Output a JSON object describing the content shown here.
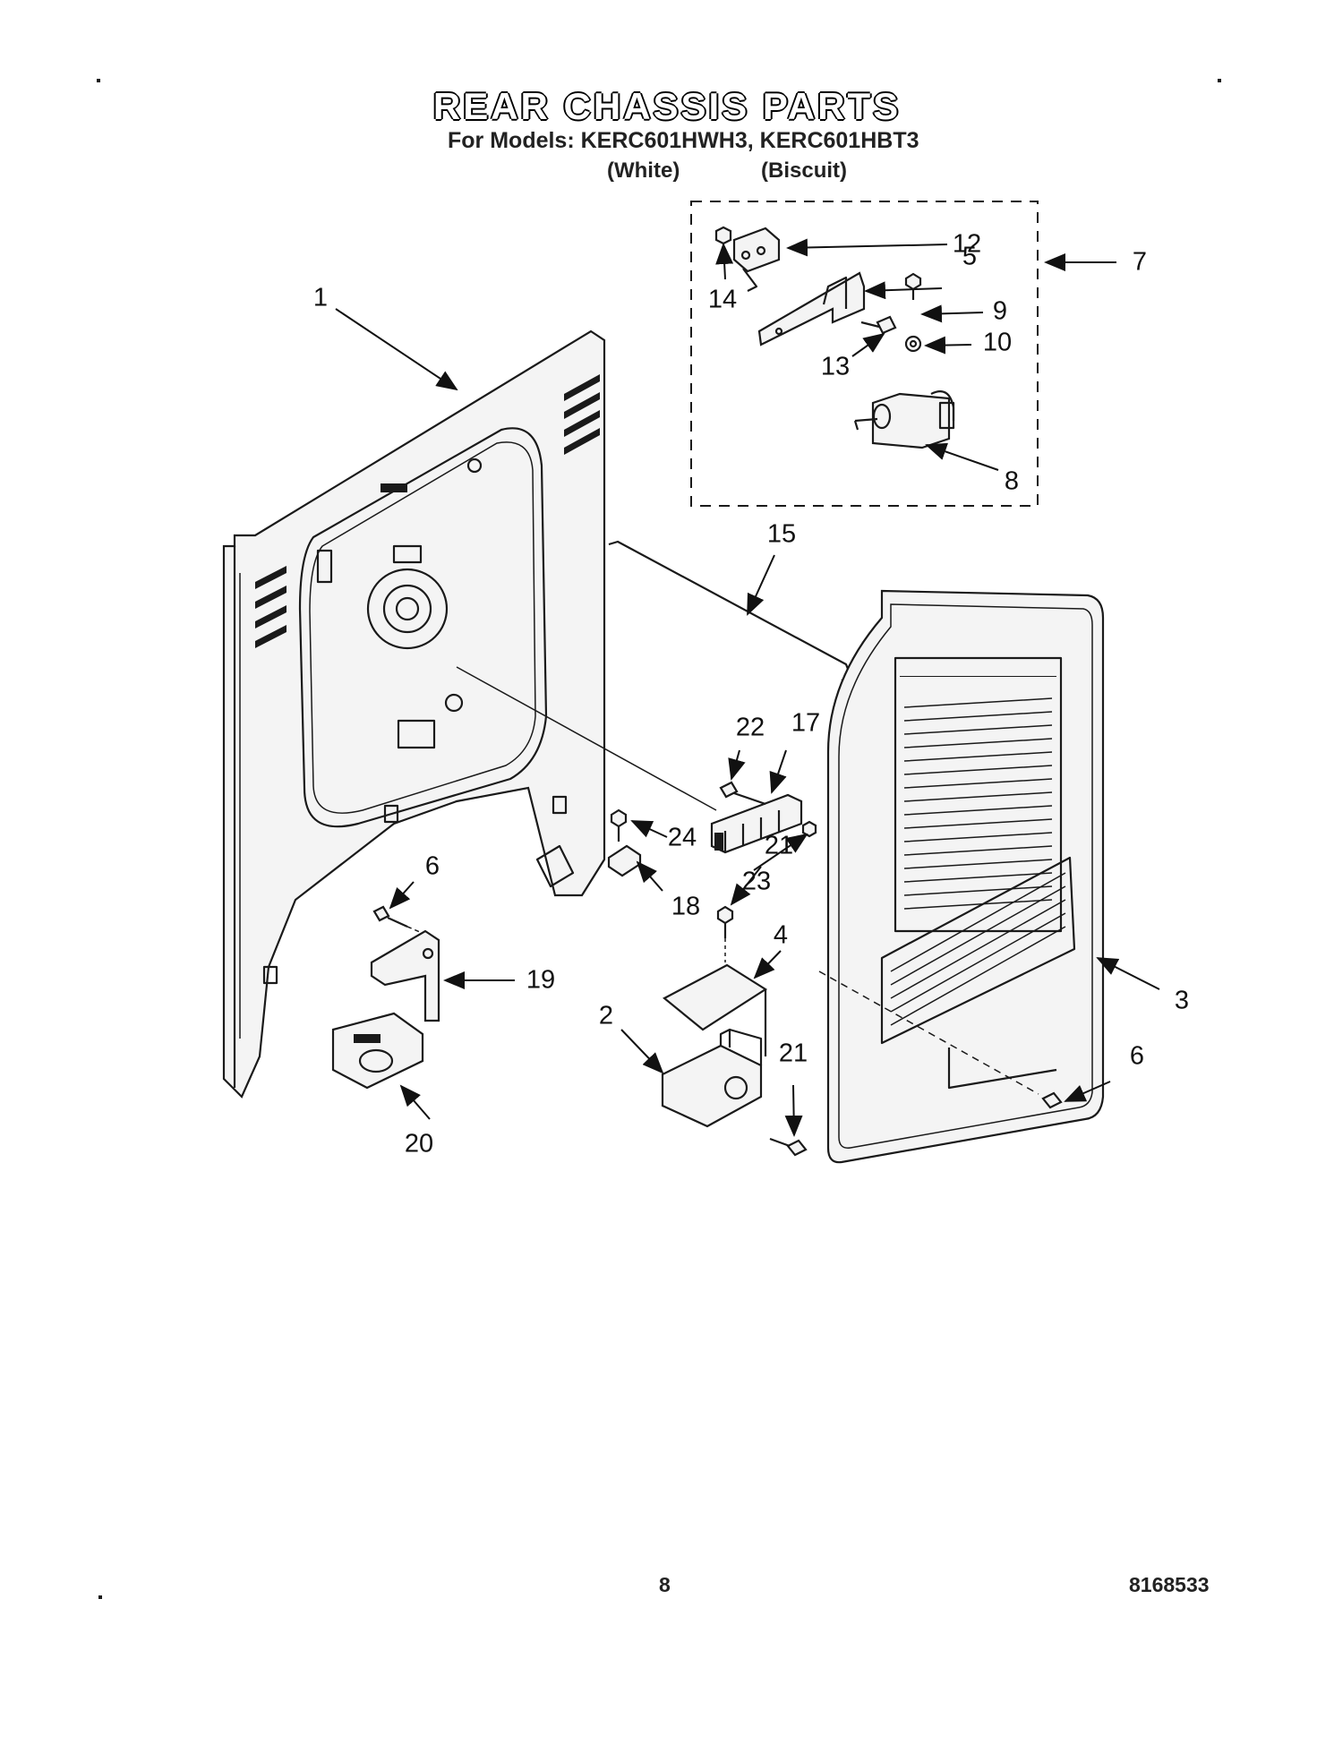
{
  "header": {
    "title": "REAR CHASSIS PARTS",
    "models": "For Models: KERC601HWH3, KERC601HBT3",
    "color_white": "(White)",
    "color_biscuit": "(Biscuit)"
  },
  "callouts": {
    "c1": "1",
    "c2": "2",
    "c3": "3",
    "c4": "4",
    "c5": "5",
    "c6a": "6",
    "c6b": "6",
    "c7": "7",
    "c8": "8",
    "c9": "9",
    "c10": "10",
    "c12": "12",
    "c13": "13",
    "c14": "14",
    "c15": "15",
    "c17": "17",
    "c18": "18",
    "c19": "19",
    "c20": "20",
    "c21a": "21",
    "c21b": "21",
    "c22": "22",
    "c23": "23",
    "c24": "24"
  },
  "footer": {
    "page": "8",
    "doc_number": "8168533"
  }
}
